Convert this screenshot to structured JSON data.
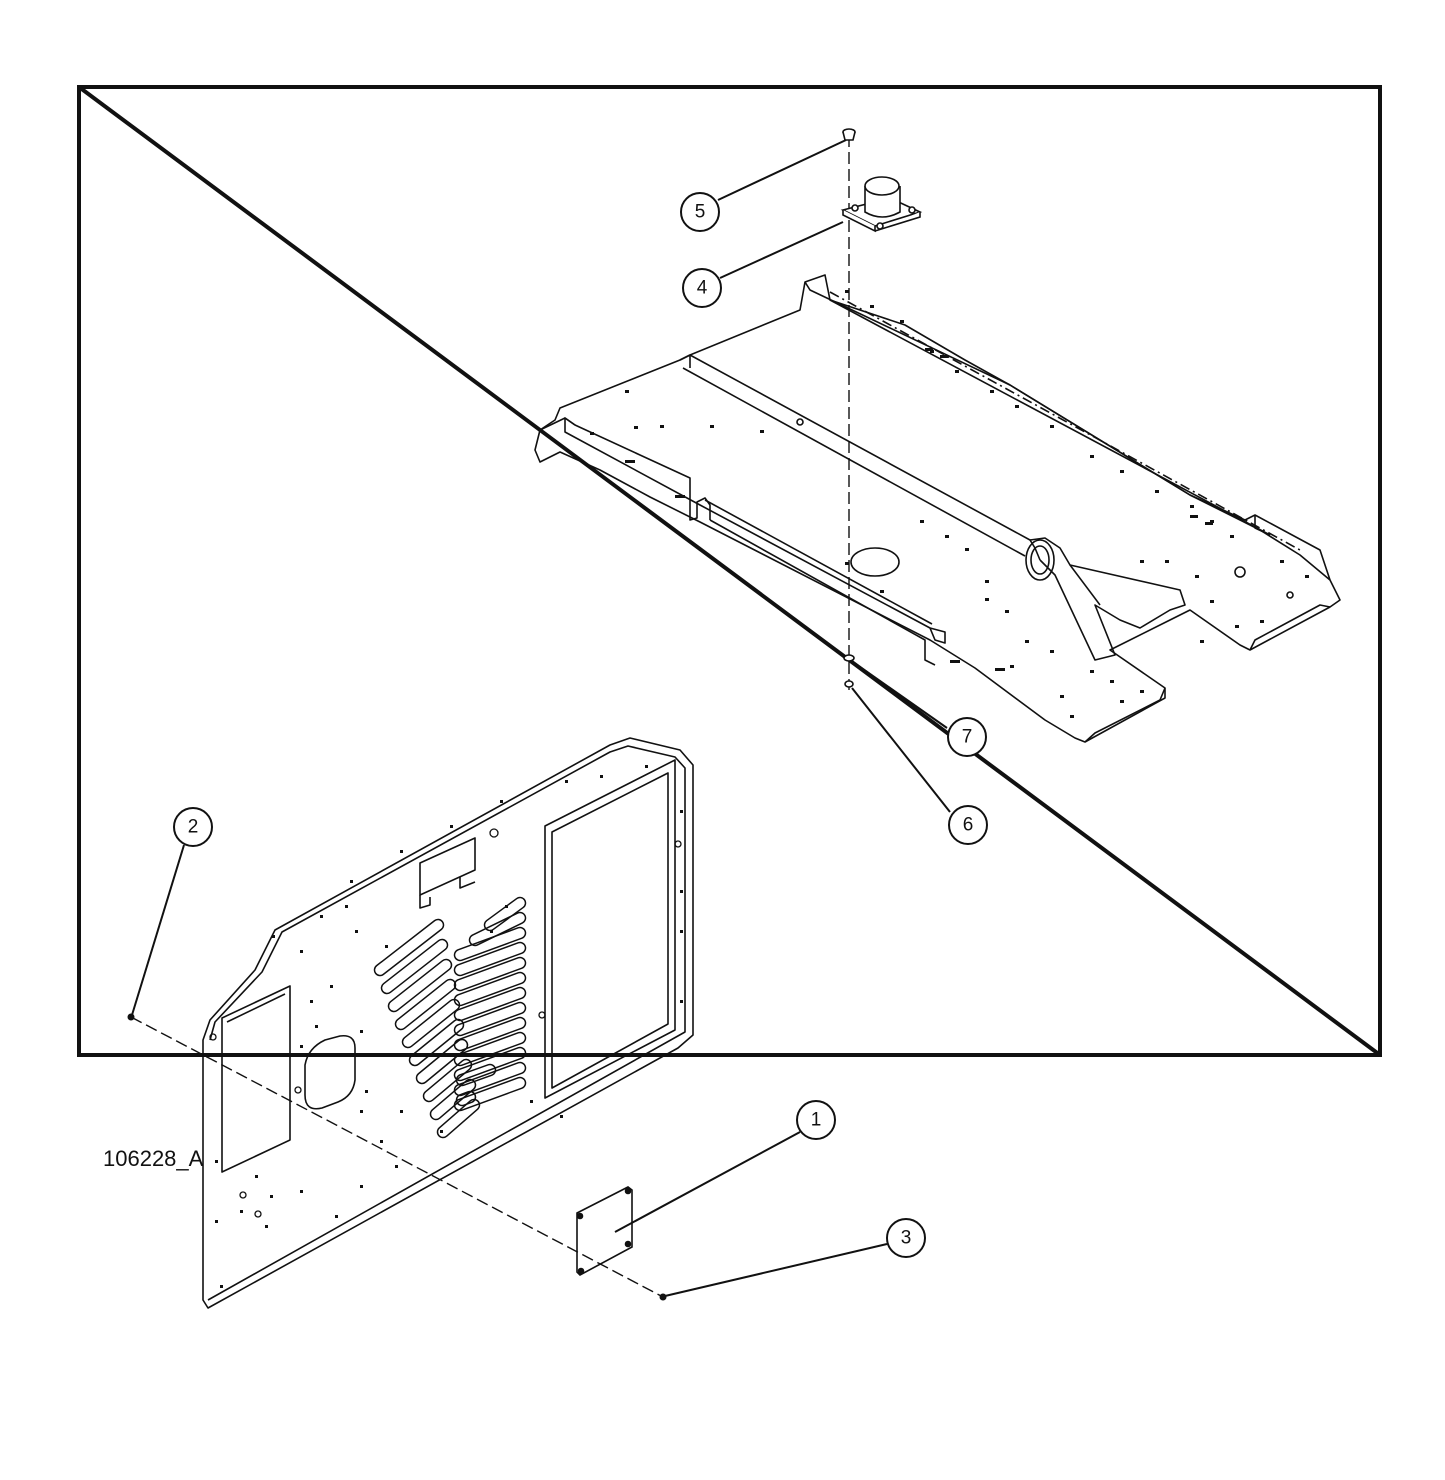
{
  "drawing_id": "106228_A",
  "callouts": [
    {
      "id": "callout-1",
      "label": "1"
    },
    {
      "id": "callout-2",
      "label": "2"
    },
    {
      "id": "callout-3",
      "label": "3"
    },
    {
      "id": "callout-4",
      "label": "4"
    },
    {
      "id": "callout-5",
      "label": "5"
    },
    {
      "id": "callout-6",
      "label": "6"
    },
    {
      "id": "callout-7",
      "label": "7"
    }
  ],
  "colors": {
    "line": "#111111",
    "background": "#ffffff"
  }
}
